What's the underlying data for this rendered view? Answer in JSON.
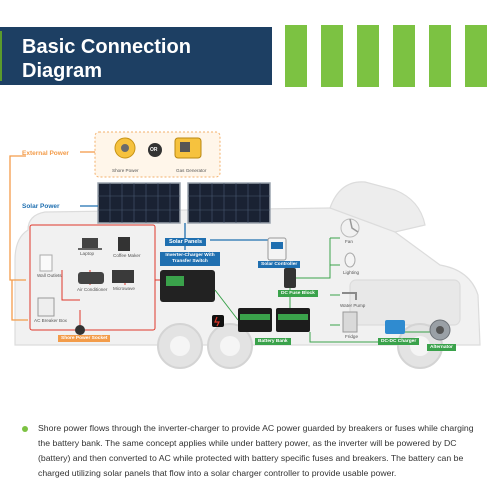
{
  "header": {
    "title": "Basic Connection\nDiagram"
  },
  "colors": {
    "header_bg": "#1d3f63",
    "accent_green": "#7cc242",
    "ac_line": "#e0382b",
    "dc_line": "#3aa24b",
    "solar_line": "#1f6fb0",
    "external_line": "#f39c4a"
  },
  "labels": {
    "external_power": "External Power",
    "solar_power": "Solar Power",
    "or": "OR",
    "shore_power": "Shore Power",
    "gas_generator": "Gas Generator",
    "solar_panels": "Solar Panels",
    "inverter_charger": "Inverter-Charger With Transfer Switch",
    "solar_controller": "Solar Controller",
    "dc_fuse_block": "DC Fuse Block",
    "laptop": "Laptop",
    "coffee_maker": "Coffee Maker",
    "wall_outlets": "Wall Outlets",
    "air_conditioner": "Air Conditioner",
    "microwave": "Microwave",
    "ac_breaker_box": "AC Breaker Box",
    "shore_power_socket": "Shore Power Socket",
    "fan": "Fan",
    "lighting": "Lighting",
    "water_pump": "Water Pump",
    "fridge": "Fridge",
    "battery_bank": "Battery Bank",
    "dc_dc_charger": "DC-DC Charger",
    "alternator": "Alternator"
  },
  "icons": [
    "fan-icon",
    "bulb-icon",
    "faucet-icon",
    "fridge-icon",
    "laptop-icon",
    "coffee-maker-icon",
    "outlet-icon",
    "air-conditioner-icon",
    "microwave-icon",
    "breaker-box-icon",
    "socket-icon",
    "battery-icon",
    "alternator-icon",
    "generator-icon",
    "shore-power-icon",
    "solar-panel-icon",
    "inverter-icon",
    "controller-icon",
    "fuse-block-icon",
    "dc-dc-charger-icon"
  ],
  "description": "Shore power flows through the inverter-charger to provide AC power guarded by breakers or fuses while charging the battery bank. The same concept applies while under battery power, as the inverter will be powered by DC (battery) and then converted to AC while protected with battery specific fuses and breakers. The battery can be charged utilizing solar panels that flow into a solar charger controller to provide usable power."
}
